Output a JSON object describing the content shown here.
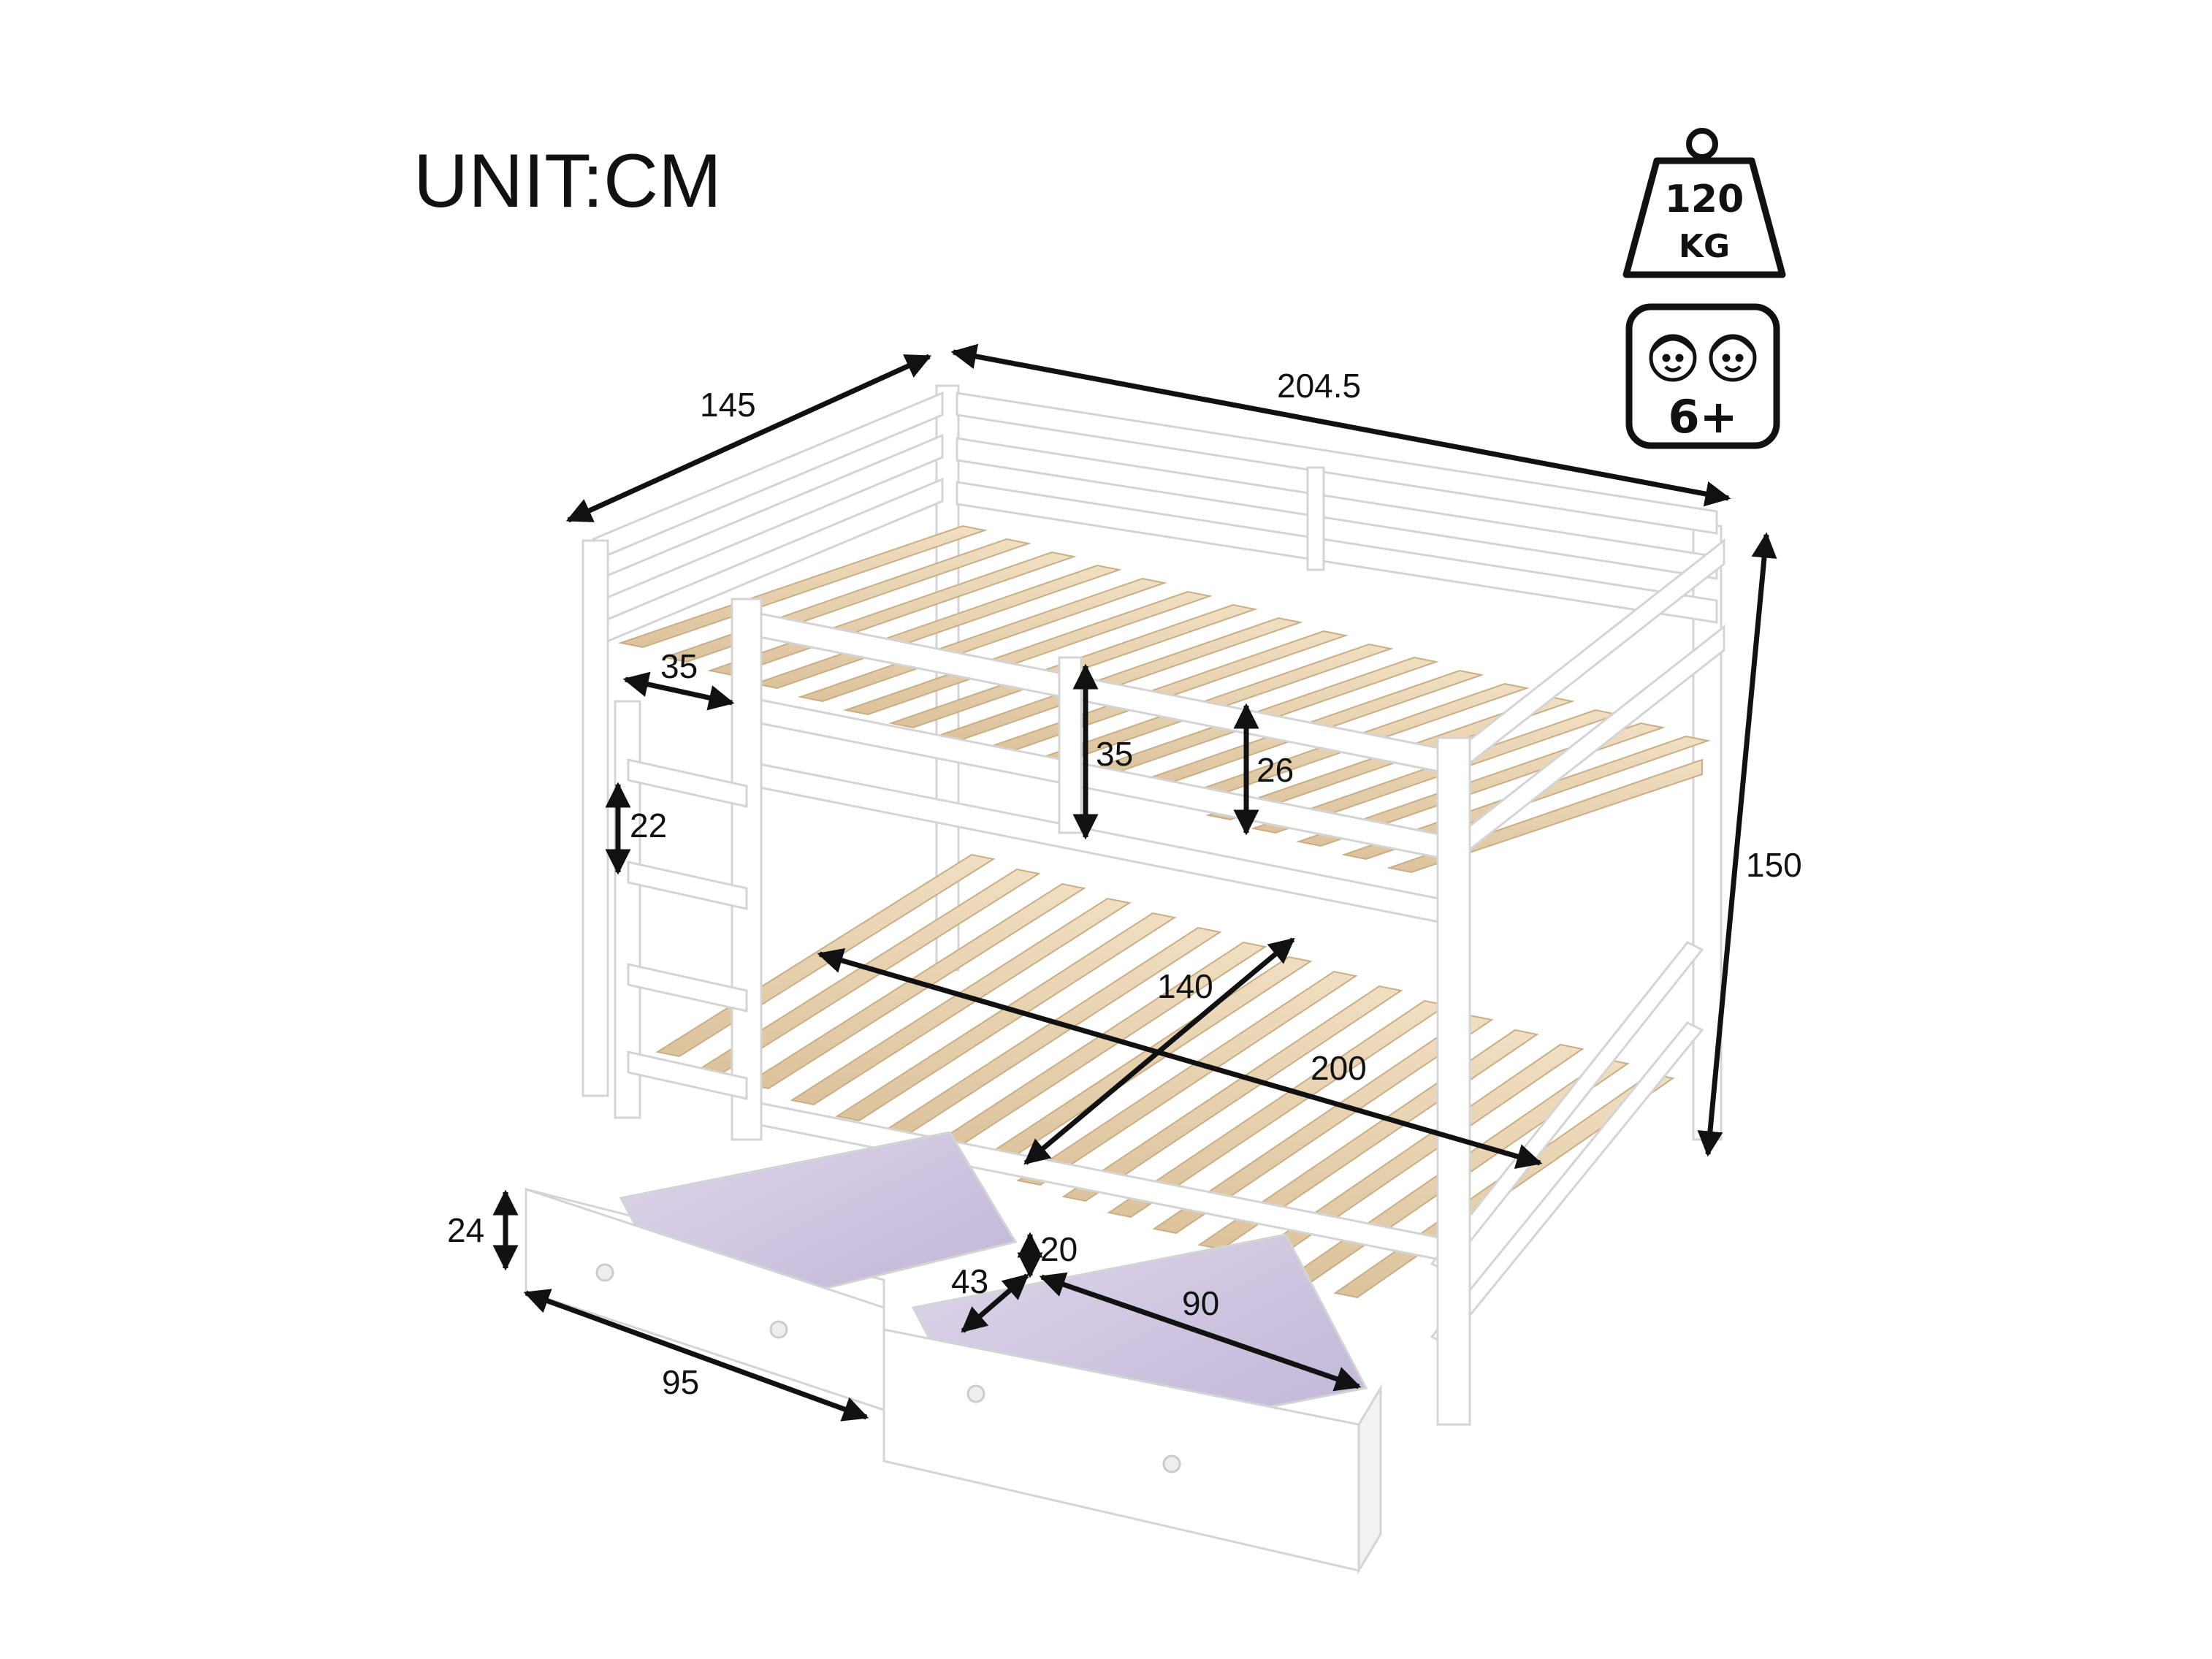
{
  "header": {
    "unit_label": "UNIT:CM"
  },
  "badges": {
    "weight": {
      "value": "120",
      "unit": "KG",
      "icon": "weight-icon"
    },
    "age": {
      "value": "6+",
      "icon": "children-icon"
    }
  },
  "dimensions": {
    "overall_width": "145",
    "overall_length": "204.5",
    "overall_height": "150",
    "ladder_width": "35",
    "guard_height": "35",
    "rail_gap": "26",
    "ladder_step": "22",
    "mattress_width": "140",
    "mattress_length": "200",
    "drawer_height": "24",
    "drawer_inner_height": "20",
    "drawer_depth": "43",
    "drawer_inner_length": "90",
    "drawer_length": "95"
  },
  "colors": {
    "frame": "#ffffff",
    "frame_stroke": "#d6d6d6",
    "slat": "#e8d2b0",
    "slat_stroke": "#c9ae86",
    "drawer_floor": "#cfc6e0",
    "arrow": "#111111"
  }
}
